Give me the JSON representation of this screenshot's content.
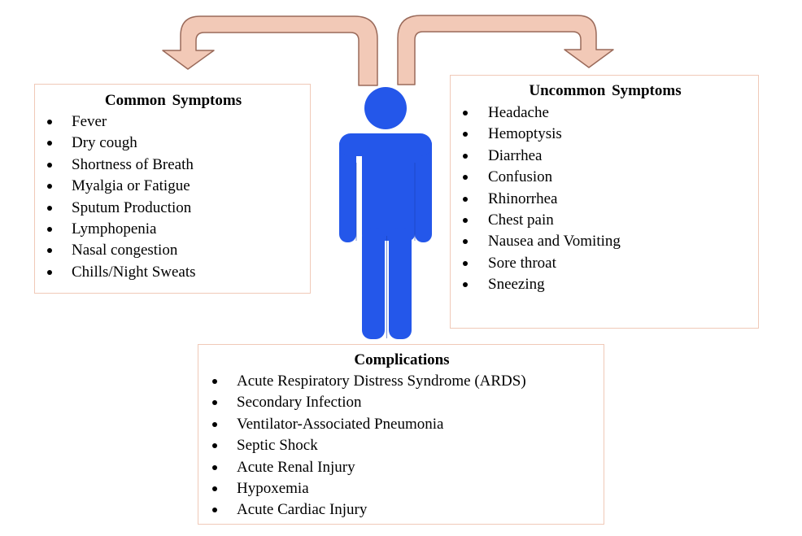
{
  "colors": {
    "arrow_fill": "#f2c9b7",
    "arrow_stroke": "#9a6a5a",
    "figure_fill": "#2457ea",
    "panel_border": "#f0c9b8"
  },
  "common": {
    "title": "Common Symptoms",
    "items": [
      "Fever",
      "Dry cough",
      "Shortness of Breath",
      "Myalgia or Fatigue",
      "Sputum Production",
      "Lymphopenia",
      "Nasal congestion",
      "Chills/Night Sweats"
    ]
  },
  "uncommon": {
    "title": "Uncommon Symptoms",
    "items": [
      "Headache",
      "Hemoptysis",
      "Diarrhea",
      "Confusion",
      "Rhinorrhea",
      "Chest pain",
      "Nausea and Vomiting",
      "Sore throat",
      "Sneezing"
    ]
  },
  "complications": {
    "title": "Complications",
    "items": [
      "Acute Respiratory Distress Syndrome (ARDS)",
      "Secondary Infection",
      "Ventilator-Associated Pneumonia",
      "Septic Shock",
      "Acute Renal Injury",
      "Hypoxemia",
      "Acute Cardiac Injury"
    ]
  }
}
